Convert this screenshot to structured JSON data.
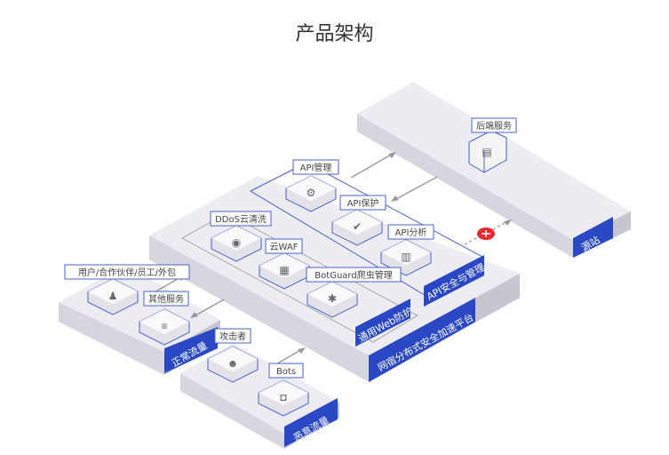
{
  "title": "产品架构",
  "colors": {
    "accent": "#2b48c4",
    "platform_top": "#ececf2",
    "platform_side": "#cfcfd8",
    "arrow": "#999999",
    "blocked": "#e8282e"
  },
  "platforms": {
    "origin": "源站",
    "main": "网宿分布式安全加速平台",
    "normal": "正常流量",
    "malicious": "恶意流量",
    "web": "通用Web防护",
    "api": "API安全与管理"
  },
  "nodes": {
    "backend": {
      "label": "后端服务",
      "icon": "server-icon"
    },
    "api_mgmt": {
      "label": "API管理",
      "icon": "gear-icon"
    },
    "api_protect": {
      "label": "API保护",
      "icon": "shield-check-icon"
    },
    "api_analysis": {
      "label": "API分析",
      "icon": "bar-chart-icon"
    },
    "ddos": {
      "label": "DDoS云清洗",
      "icon": "shield-eye-icon"
    },
    "waf": {
      "label": "云WAF",
      "icon": "firewall-icon"
    },
    "botguard": {
      "label": "BotGuard爬虫管理",
      "icon": "bug-monitor-icon"
    },
    "users": {
      "label": "用户/合作伙伴/员工/外包",
      "icon": "users-icon"
    },
    "other": {
      "label": "其他服务",
      "icon": "server-rack-icon"
    },
    "attacker": {
      "label": "攻击者",
      "icon": "hacker-icon"
    },
    "bots": {
      "label": "Bots",
      "icon": "robot-icon"
    }
  }
}
